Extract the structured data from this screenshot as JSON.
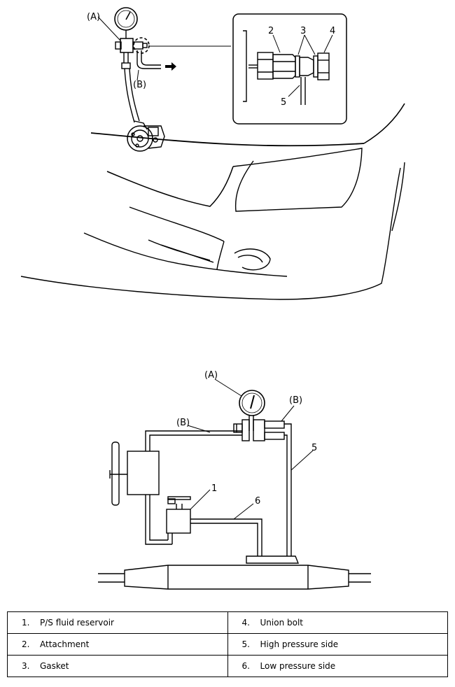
{
  "top_figure": {
    "callouts": [
      "(A)",
      "(B)",
      "2",
      "3",
      "4",
      "5"
    ]
  },
  "bottom_figure": {
    "callouts": [
      "(A)",
      "(B)",
      "(B)",
      "1",
      "6",
      "5"
    ]
  },
  "legend": {
    "rows": [
      [
        {
          "num": "1.",
          "label": "P/S fluid reservoir"
        },
        {
          "num": "4.",
          "label": "Union bolt"
        }
      ],
      [
        {
          "num": "2.",
          "label": "Attachment"
        },
        {
          "num": "5.",
          "label": "High pressure side"
        }
      ],
      [
        {
          "num": "3.",
          "label": "Gasket"
        },
        {
          "num": "6.",
          "label": "Low pressure side"
        }
      ]
    ]
  }
}
